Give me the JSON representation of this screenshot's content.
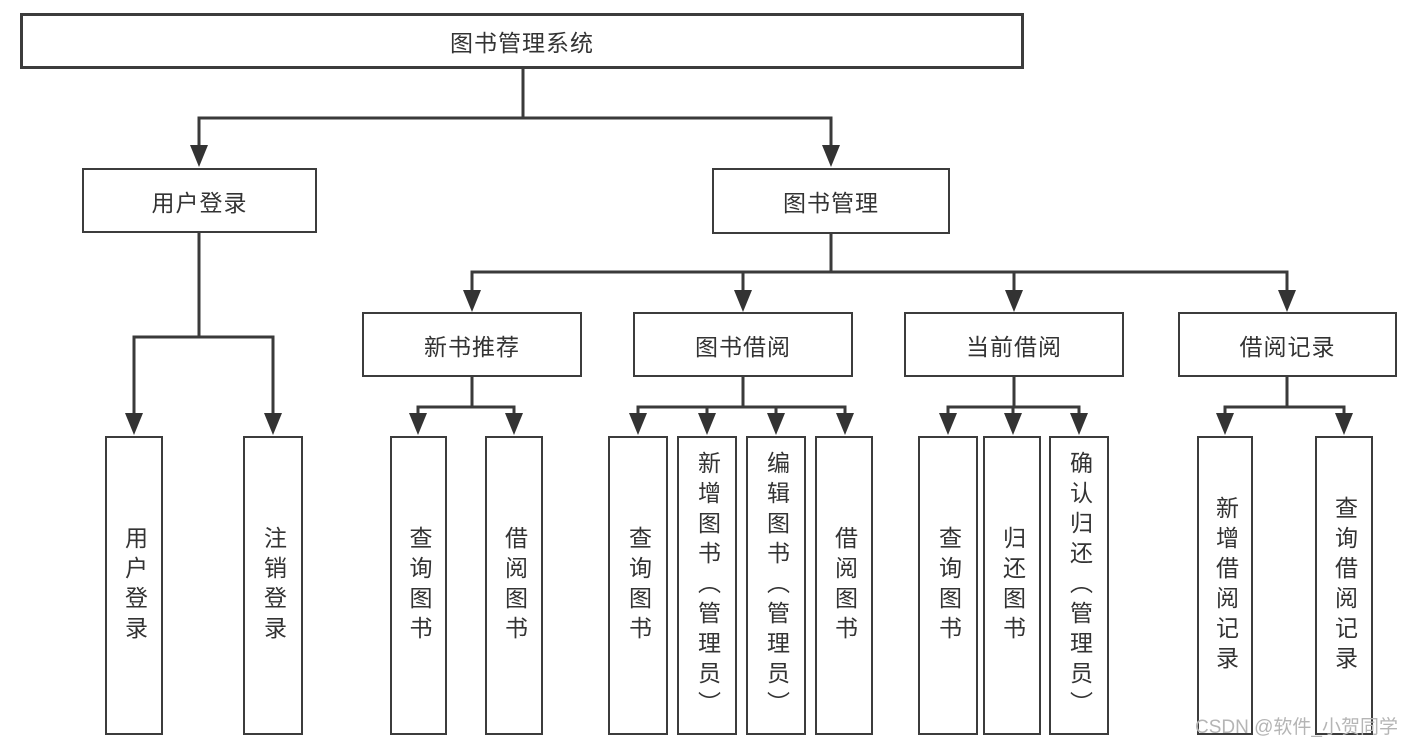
{
  "diagram": {
    "type": "tree",
    "root_label": "图书管理系统",
    "level2": {
      "user_login": "用户登录",
      "book_mgmt": "图书管理"
    },
    "level3": {
      "new_books": "新书推荐",
      "borrowing": "图书借阅",
      "current": "当前借阅",
      "records": "借阅记录"
    },
    "leaves": {
      "user_login": [
        "用户登录",
        "注销登录"
      ],
      "new_books": [
        "查询图书",
        "借阅图书"
      ],
      "borrowing": [
        "查询图书",
        "新增图书（管理员）",
        "编辑图书（管理员）",
        "借阅图书"
      ],
      "current": [
        "查询图书",
        "归还图书",
        "确认归还（管理员）"
      ],
      "records": [
        "新增借阅记录",
        "查询借阅记录"
      ]
    }
  },
  "watermark": "CSDN @软件_小贺同学",
  "colors": {
    "background": "#ffffff",
    "line": "#3a3a3a",
    "box_border": "#3c3c3c",
    "text": "#333333",
    "watermark": "#b5b5b5"
  }
}
